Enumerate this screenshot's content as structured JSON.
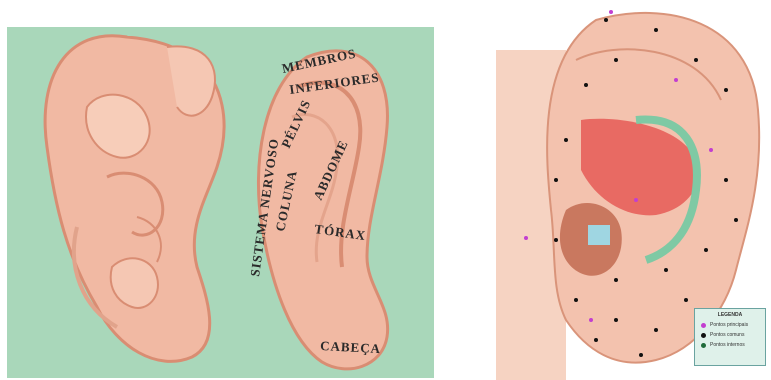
{
  "left_figure": {
    "labels": {
      "membros": "MEMBROS",
      "inferiores": "INFERIORES",
      "pelvis": "PÉLVIS",
      "abdome": "ABDOME",
      "coluna": "COLUNA",
      "sistema_nervoso": "SISTEMA NERVOSO",
      "torax": "TÓRAX",
      "cabeca": "CABEÇA"
    },
    "colors": {
      "background": "#a9d7ba",
      "skin": "#f1b9a3",
      "skin_shadow": "#d98d73"
    }
  },
  "right_figure": {
    "legend": {
      "title": "LEGENDA",
      "items": [
        {
          "label": "Pontos principais",
          "color": "#c23fd0"
        },
        {
          "label": "Pontos comuns",
          "color": "#111111"
        },
        {
          "label": "Pontos internos",
          "color": "#1f6b3a"
        }
      ]
    },
    "colors": {
      "skin": "#f3c2ae",
      "concha": "#d9534f",
      "ridge_green": "#7fc9a4"
    }
  }
}
